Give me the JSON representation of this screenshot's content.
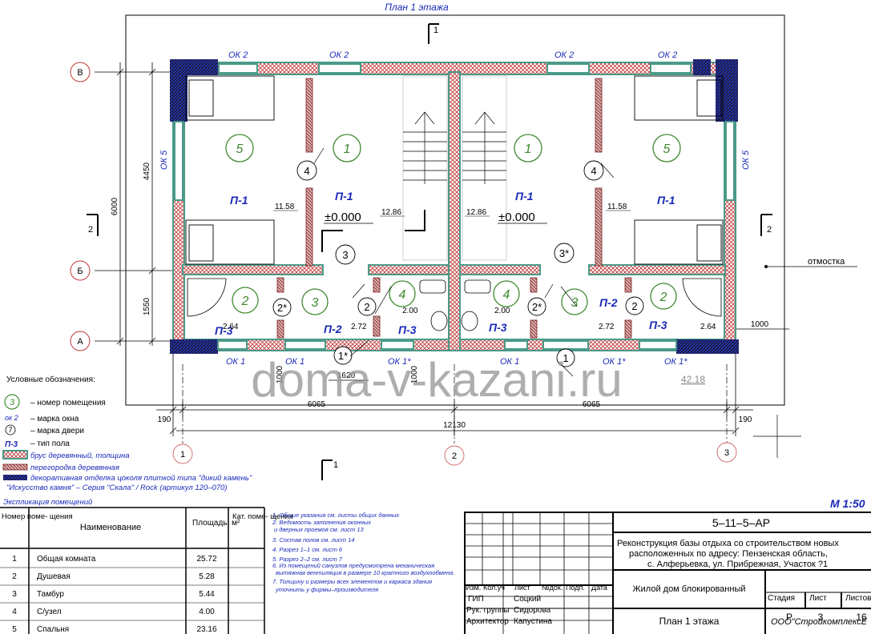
{
  "plan": {
    "title": "План 1 этажа",
    "section_1": "1",
    "section_2": "2",
    "axes": {
      "v1": "1",
      "v2": "2",
      "v3": "3",
      "hA": "А",
      "hB": "Б",
      "hV": "В"
    },
    "windows": {
      "ok2": "ОК 2",
      "ok5": "ОК 5",
      "ok1": "ОК 1",
      "ok1s": "ОК 1*"
    },
    "room_numbers": {
      "r1": "1",
      "r2": "2",
      "r3": "3",
      "r4": "4",
      "r5": "5"
    },
    "door_marks": {
      "d1": "1",
      "d1s": "1*",
      "d2": "2",
      "d2s": "2*",
      "d3": "3",
      "d3s": "3*",
      "d4": "4"
    },
    "floor_types": {
      "p1": "П-1",
      "p2": "П-2",
      "p3": "П-3"
    },
    "level": "±0.000",
    "areas": {
      "a1158": "11.58",
      "a1286": "12.86",
      "a200": "2.00",
      "a264": "2.64",
      "a272": "2.72",
      "a4218": "42.18"
    },
    "dims": {
      "d4450": "4450",
      "d6000": "6000",
      "d1550": "1550",
      "d1000": "1000",
      "d1620": "1620",
      "d6065": "6065",
      "d12130": "12130",
      "d190": "190"
    },
    "otmostka": "отмостка",
    "watermark": "doma-v-kazani.ru",
    "scale": "М 1:50"
  },
  "legend": {
    "title": "Условные обозначения:",
    "room_symbol": "3",
    "door_symbol": "7",
    "window_symbol": "ок 2",
    "floor_symbol": "П-3",
    "items": [
      "– номер помещения",
      "– марка окна",
      "– марка двери",
      "– тип пола",
      "брус деревянный, толщина",
      "перегородка деревянная",
      "декоративная отделка цоколя плиткой типа  \"дикий камень\"",
      "\"Искусство камня\" – Серия \"Скала\" / Rock (артикул 120–070)"
    ]
  },
  "explication": {
    "title": "Экспликация помещений",
    "headers": [
      "Номер поме- щения",
      "Наименование",
      "Площадь, м²",
      "Кат. поме- щения"
    ],
    "rows": [
      [
        "1",
        "Общая комната",
        "25.72"
      ],
      [
        "2",
        "Душевая",
        "5.28"
      ],
      [
        "3",
        "Тамбур",
        "5.44"
      ],
      [
        "4",
        "С/узел",
        "4.00"
      ],
      [
        "5",
        "Спальня",
        "23.16"
      ]
    ]
  },
  "notes": [
    "1. Общие указания см. листы общих данных",
    "2. Ведомость заполнения оконных",
    "и дверных проемов см. лист 13",
    "3. Состав полов  см. лист 14",
    "4. Разрез 1–1  см. лист 6",
    "5. Разрез 2–2  см. лист 7",
    "6. Из помещений санузлов предусмотрена механическая",
    "вытяжная вентиляция в размере 10 кратного воздухообмена.",
    "7. Толщину  и размеры всех элементов и каркаса здания",
    "уточнить у фирмы–производителя"
  ],
  "stamp": {
    "code": "5–11–5–АР",
    "project_lines": [
      "Реконструкция базы отдыха со строительством новых",
      "расположенных по адресу: Пензенская область,",
      "с. Алферьевка, ул. Прибрежная, Участок ?1"
    ],
    "header_cells": [
      "Изм.",
      "Кол.уч",
      "Лист",
      "№док.",
      "Подп.",
      "Дата"
    ],
    "people": [
      [
        "ГИП",
        "Соцкий"
      ],
      [
        "Рук. группы",
        "Сидорова"
      ],
      [
        "Архитектор",
        "Капустина"
      ]
    ],
    "building": "Жилой дом блокированный",
    "stage_header": [
      "Стадия",
      "Лист",
      "Листов"
    ],
    "stage_values": [
      "Р",
      "3",
      "16"
    ],
    "sheet_name": "План 1 этажа",
    "company": "ООО\"СтройкомплексЕ"
  },
  "colors": {
    "wall": "#4a9a88",
    "hatch": "#c04040",
    "partition": "#a04848",
    "green": "#3f8a30",
    "blue": "#1a2ab8",
    "frame": "#000000"
  }
}
